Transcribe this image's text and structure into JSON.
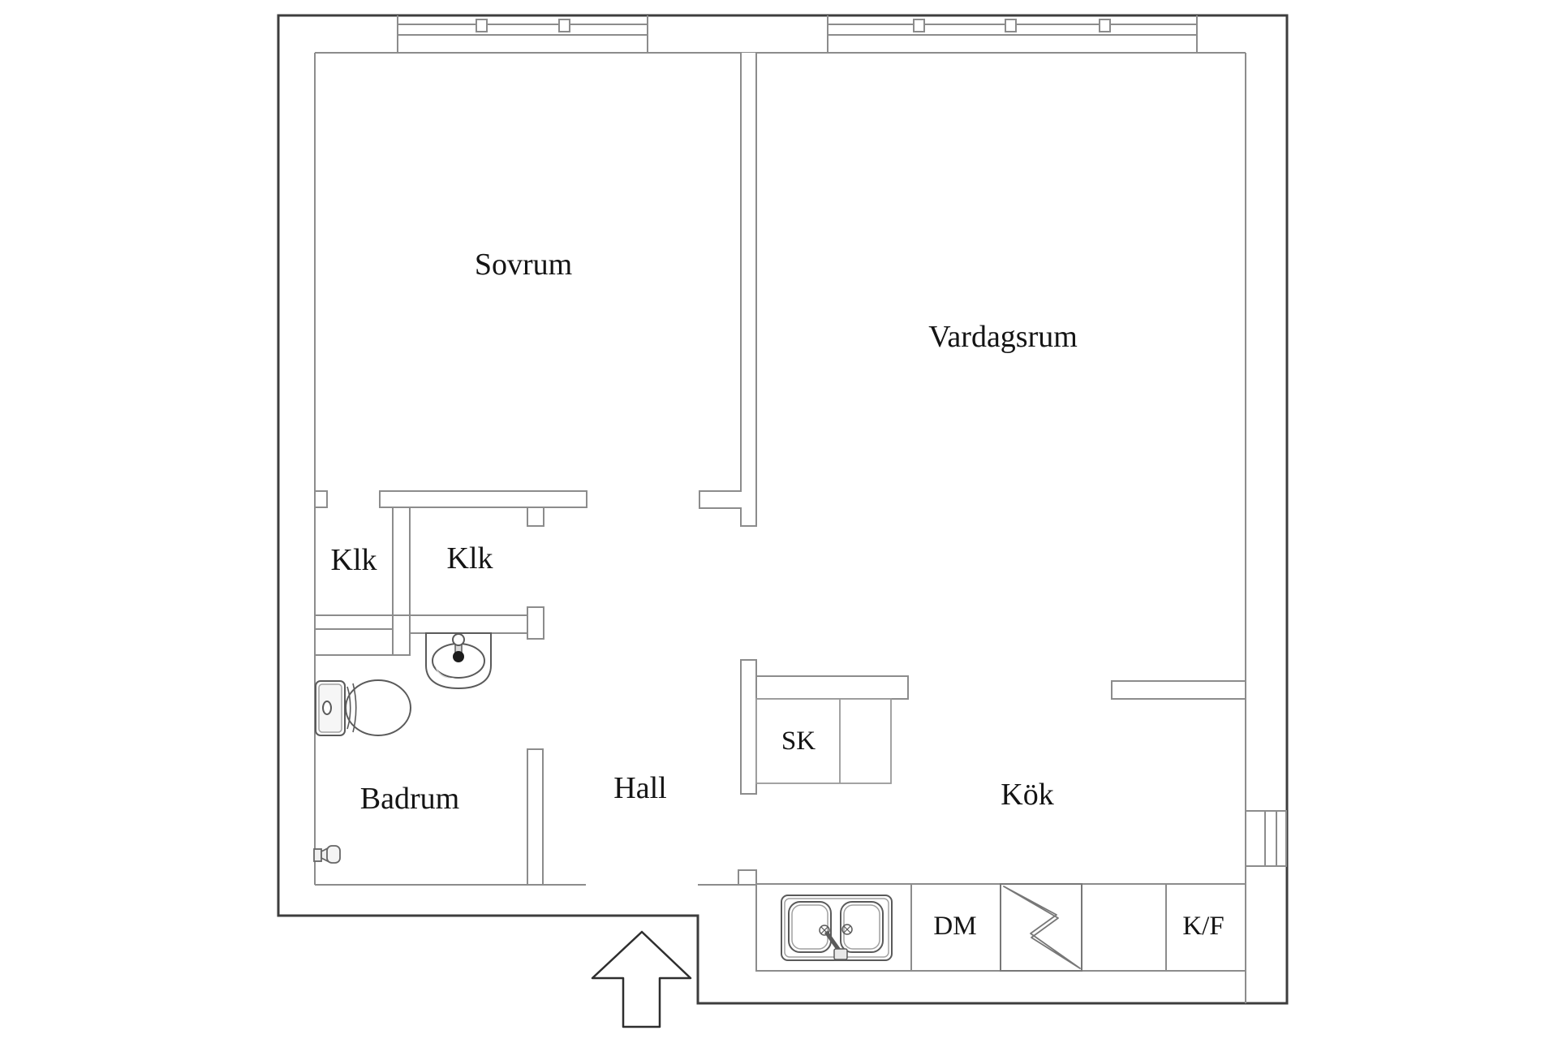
{
  "page": {
    "type": "apartment-floor-plan",
    "background": "#ffffff"
  },
  "rooms": {
    "sovrum": "Sovrum",
    "vardagsrum": "Vardagsrum",
    "klk_left": "Klk",
    "klk_right": "Klk",
    "badrum": "Badrum",
    "hall": "Hall",
    "kok": "Kök"
  },
  "closets": {
    "sk": "SK"
  },
  "appliances": {
    "dishwasher": "DM",
    "fridge_freezer": "K/F"
  },
  "icons": [
    "toilet-icon",
    "washbasin-icon",
    "bath-tap-icon",
    "kitchen-sink-icon",
    "stove-lightning-icon",
    "entrance-arrow-icon",
    "window-icon",
    "radiator-niche-icon"
  ],
  "colors": {
    "outer_wall": "#3d3d3d",
    "inner_wall": "#8c8c8c",
    "fixture": "#5a5a5a",
    "text": "#141414",
    "background": "#ffffff"
  }
}
